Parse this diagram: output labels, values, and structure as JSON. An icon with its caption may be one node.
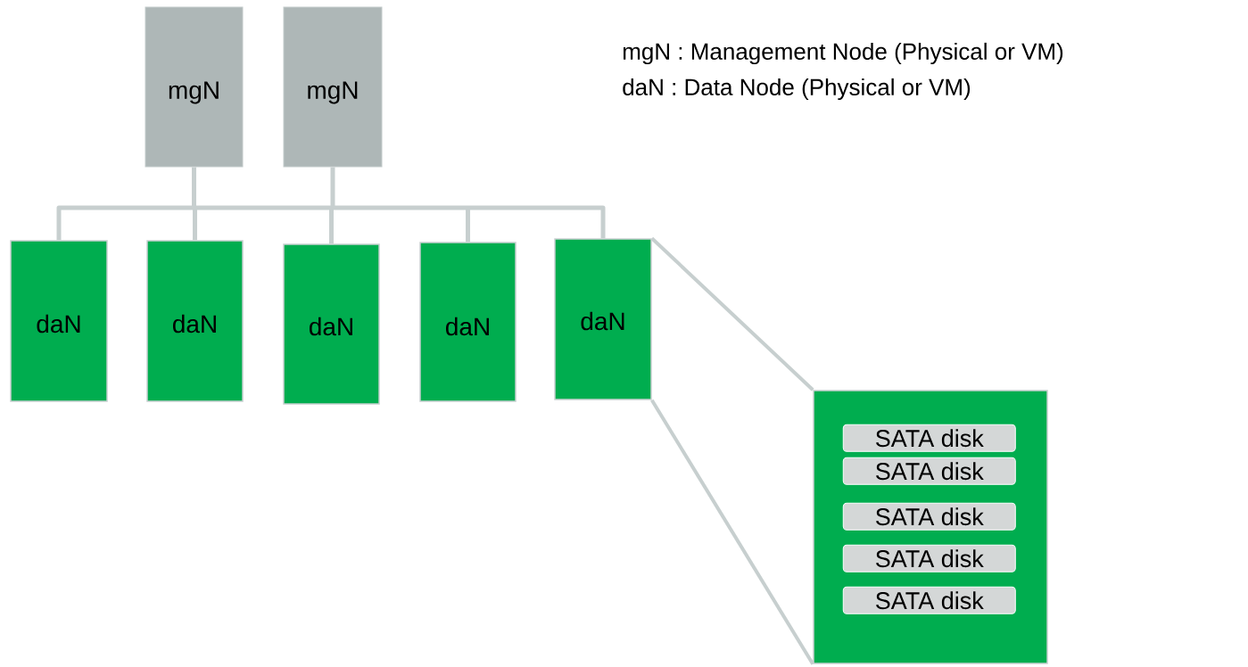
{
  "diagram": {
    "nodes": [
      {
        "text": [
          "mgN"
        ]
      },
      {
        "text": [
          "mgN"
        ]
      },
      {
        "text": [
          "daN"
        ]
      },
      {
        "text": [
          "daN"
        ]
      },
      {
        "text": [
          "daN"
        ]
      },
      {
        "text": [
          "daN"
        ]
      },
      {
        "text": [
          "daN"
        ]
      },
      {
        "text": [],
        "shape": "box"
      },
      {
        "text": [
          "SATA disk"
        ],
        "in": 7
      },
      {
        "text": [
          "SATA disk"
        ],
        "in": 7
      },
      {
        "text": [
          "SATA disk"
        ],
        "in": 7
      },
      {
        "text": [
          "SATA disk"
        ],
        "in": 7
      },
      {
        "text": [
          "SATA disk"
        ],
        "in": 7
      }
    ],
    "edges": [
      {
        "from": 0,
        "to": 2,
        "arrow": "none"
      },
      {
        "from": 0,
        "to": 3,
        "arrow": "none"
      },
      {
        "from": 0,
        "to": 4,
        "arrow": "none"
      },
      {
        "from": 0,
        "to": 5,
        "arrow": "none"
      },
      {
        "from": 0,
        "to": 6,
        "arrow": "none"
      },
      {
        "from": 1,
        "to": 2,
        "arrow": "none"
      },
      {
        "from": 1,
        "to": 3,
        "arrow": "none"
      },
      {
        "from": 1,
        "to": 4,
        "arrow": "none"
      },
      {
        "from": 1,
        "to": 5,
        "arrow": "none"
      },
      {
        "from": 1,
        "to": 6,
        "arrow": "none"
      },
      {
        "from": 6,
        "to": 7,
        "arrow": "none"
      },
      {
        "from": 6,
        "to": 7,
        "arrow": "none"
      }
    ],
    "labels": [
      "mgN : Management Node (Physical or VM)",
      "daN : Data Node (Physical or VM)"
    ]
  }
}
